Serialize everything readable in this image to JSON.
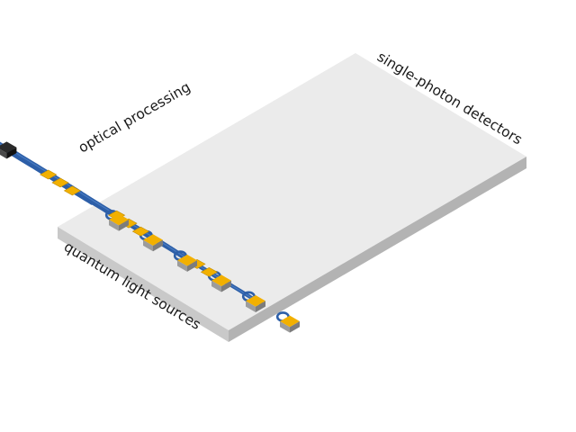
{
  "labels": {
    "detectors": "single-photon detectors",
    "processing": "optical processing",
    "sources": "quantum light sources"
  },
  "colors": {
    "chip_top": "#ebebeb",
    "chip_front": "#c9c9c9",
    "chip_side": "#b3b3b3",
    "waveguide": "#2d5fa8",
    "waveguide_highlight": "#5c8fd6",
    "heater": "#f2b000",
    "source_pad": "#f2b000",
    "detector": "#2a2a2a"
  },
  "icons": {
    "sources": "source-pad-icon",
    "rings": "ring-resonator-icon",
    "heaters": "phase-shifter-icon",
    "detectors": "detector-icon"
  },
  "channels": 6
}
